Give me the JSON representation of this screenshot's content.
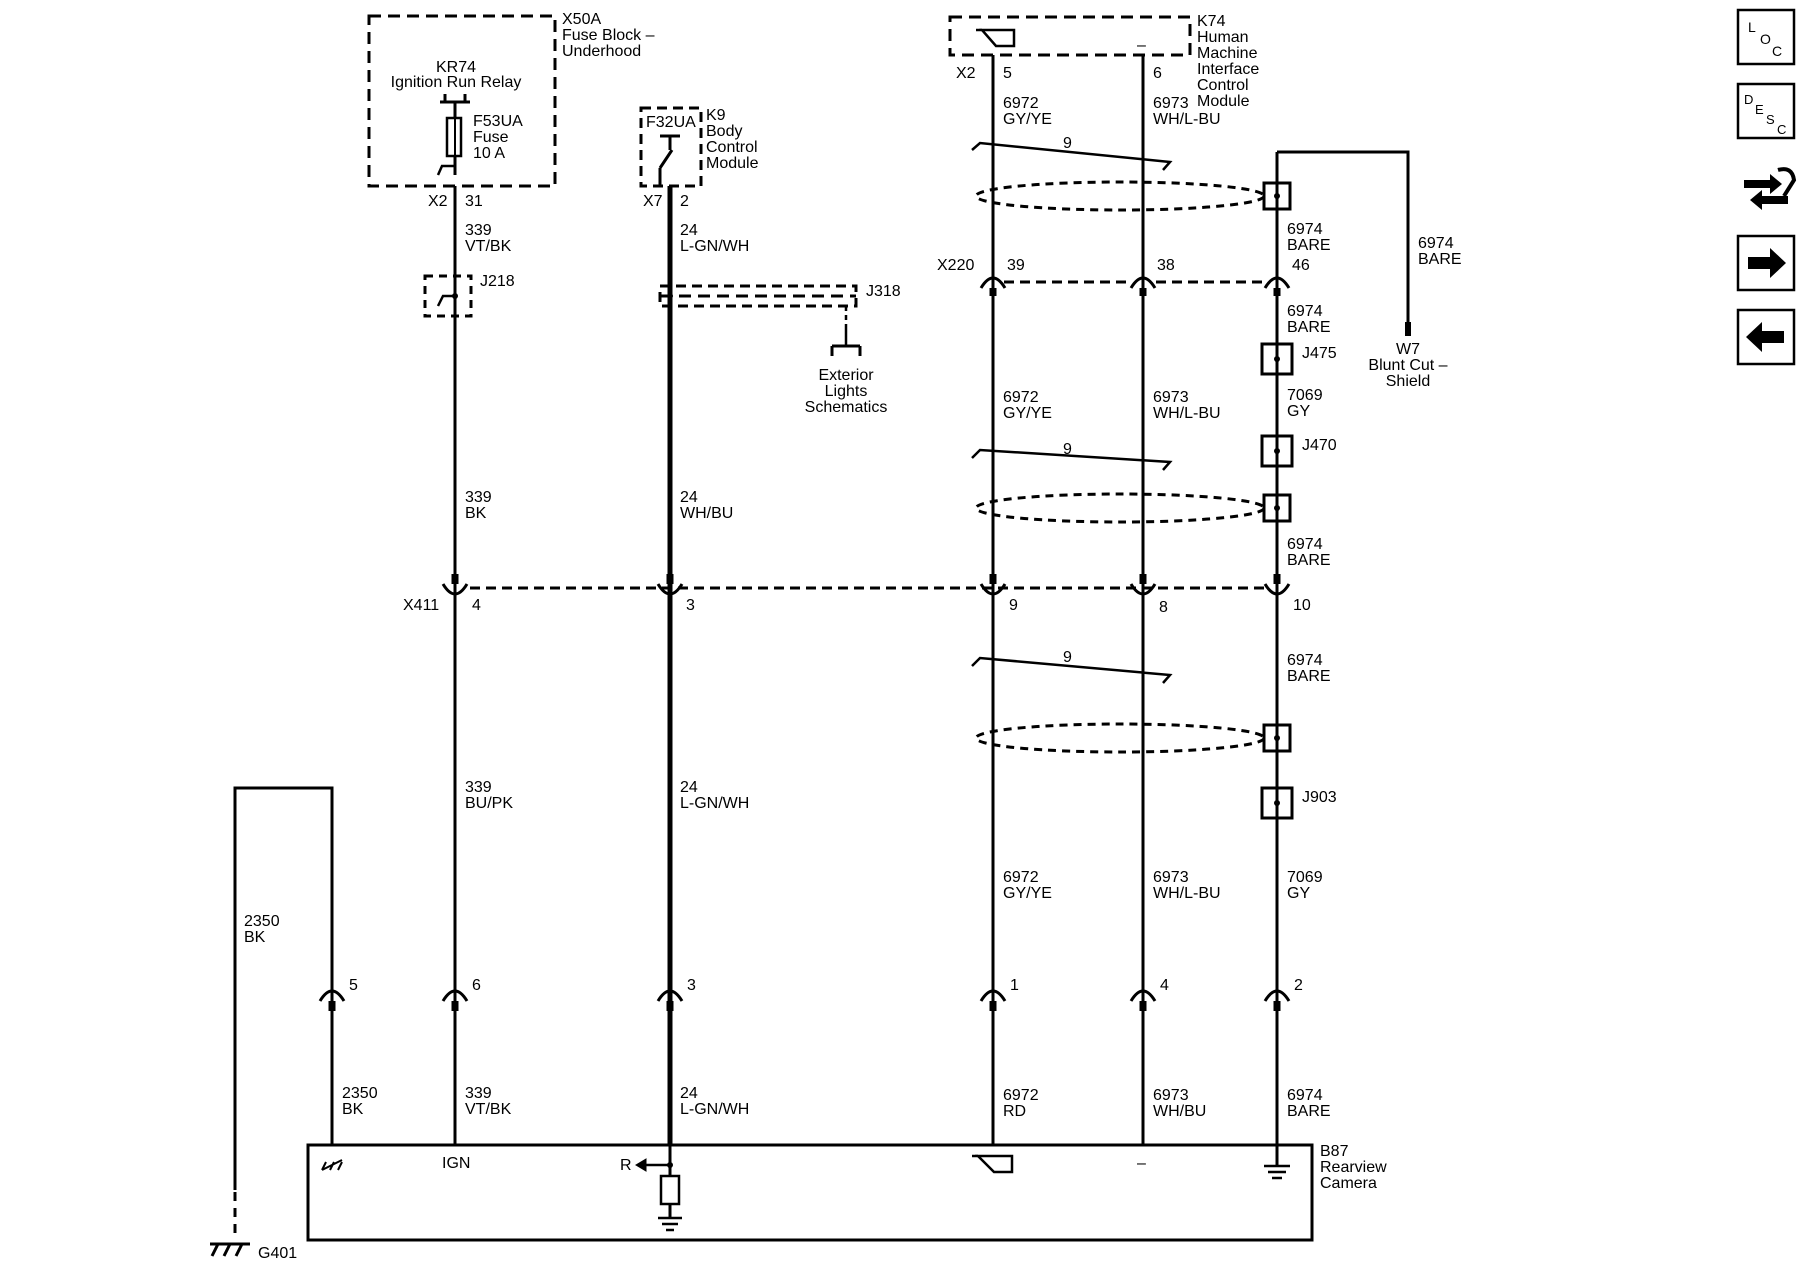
{
  "nav": {
    "loc": {
      "l1": "L",
      "l2": "O",
      "l3": "C"
    },
    "desc": {
      "l1": "D",
      "l2": "E",
      "l3": "S",
      "l4": "C"
    }
  },
  "fuse_block": {
    "conn": "X50A",
    "title1": "Fuse Block –",
    "title2": "Underhood",
    "relay": "KR74",
    "relay_name": "Ignition Run Relay",
    "fuse": "F53UA",
    "fuse_word": "Fuse",
    "fuse_rating": "10 A",
    "x_conn": "X2",
    "pin": "31"
  },
  "bcm": {
    "fuse": "F32UA",
    "ref": "K9",
    "l1": "Body",
    "l2": "Control",
    "l3": "Module",
    "x_conn": "X7",
    "pin": "2"
  },
  "hmi": {
    "ref": "K74",
    "l1": "Human",
    "l2": "Machine",
    "l3": "Interface",
    "l4": "Control",
    "l5": "Module",
    "x_conn": "X2",
    "pin_a": "5",
    "pin_b": "6",
    "minus": "–"
  },
  "splices": {
    "j218": "J218",
    "j318": "J318",
    "j475": "J475",
    "j470": "J470",
    "j903": "J903"
  },
  "ext_lights": {
    "l1": "Exterior",
    "l2": "Lights",
    "l3": "Schematics"
  },
  "shield": {
    "circuit": "6974",
    "color": "BARE",
    "ref": "W7",
    "l1": "Blunt Cut –",
    "l2": "Shield"
  },
  "connectors": {
    "x220": {
      "name": "X220",
      "p1": "39",
      "p2": "38",
      "p3": "46"
    },
    "x411": {
      "name": "X411",
      "p1": "4",
      "p2": "3",
      "p3": "9",
      "p4": "8",
      "p5": "10"
    },
    "camera": {
      "p1": "5",
      "p2": "6",
      "p3": "3",
      "p4": "1",
      "p5": "4",
      "p6": "2"
    }
  },
  "twist": "9",
  "wires": {
    "w339a": {
      "c": "339",
      "col": "VT/BK"
    },
    "w339b": {
      "c": "339",
      "col": "BK"
    },
    "w339c": {
      "c": "339",
      "col": "BU/PK"
    },
    "w339d": {
      "c": "339",
      "col": "VT/BK"
    },
    "w24a": {
      "c": "24",
      "col": "L-GN/WH"
    },
    "w24b": {
      "c": "24",
      "col": "WH/BU"
    },
    "w24c": {
      "c": "24",
      "col": "L-GN/WH"
    },
    "w24d": {
      "c": "24",
      "col": "L-GN/WH"
    },
    "w6972a": {
      "c": "6972",
      "col": "GY/YE"
    },
    "w6972b": {
      "c": "6972",
      "col": "GY/YE"
    },
    "w6972c": {
      "c": "6972",
      "col": "GY/YE"
    },
    "w6972d": {
      "c": "6972",
      "col": "RD"
    },
    "w6973a": {
      "c": "6973",
      "col": "WH/L-BU"
    },
    "w6973b": {
      "c": "6973",
      "col": "WH/L-BU"
    },
    "w6973c": {
      "c": "6973",
      "col": "WH/L-BU"
    },
    "w6973d": {
      "c": "6973",
      "col": "WH/BU"
    },
    "w6974a": {
      "c": "6974",
      "col": "BARE"
    },
    "w6974b": {
      "c": "6974",
      "col": "BARE"
    },
    "w6974c": {
      "c": "6974",
      "col": "BARE"
    },
    "w6974d": {
      "c": "6974",
      "col": "BARE"
    },
    "w6974e": {
      "c": "6974",
      "col": "BARE"
    },
    "w7069a": {
      "c": "7069",
      "col": "GY"
    },
    "w7069b": {
      "c": "7069",
      "col": "GY"
    },
    "w2350a": {
      "c": "2350",
      "col": "BK"
    },
    "w2350b": {
      "c": "2350",
      "col": "BK"
    }
  },
  "camera": {
    "ref": "B87",
    "l1": "Rearview",
    "l2": "Camera",
    "ign": "IGN",
    "r": "R",
    "minus": "–"
  },
  "ground": {
    "ref": "G401"
  }
}
